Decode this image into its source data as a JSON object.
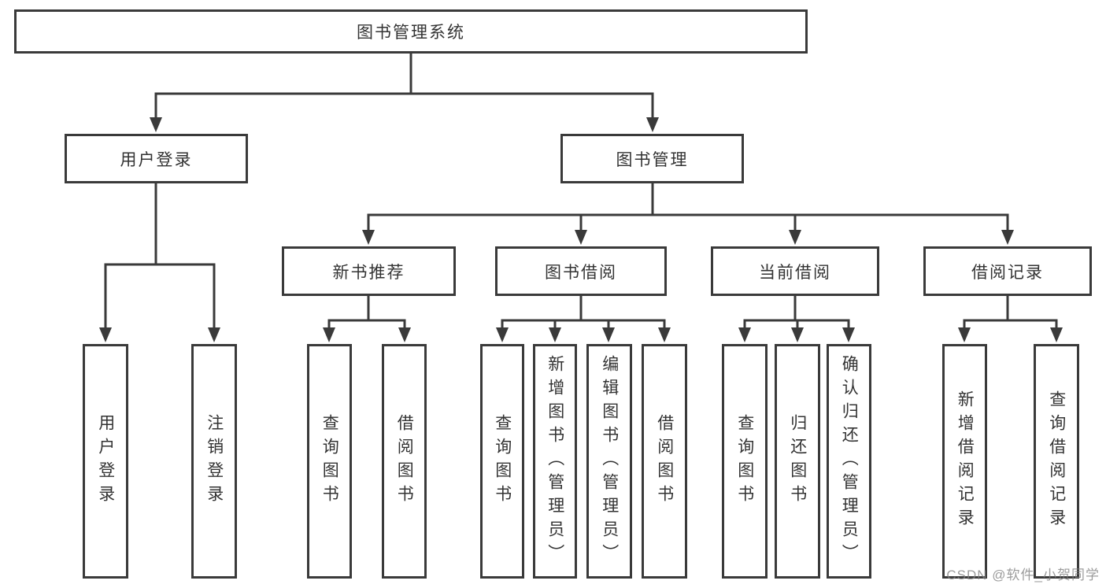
{
  "diagram_title": "图书管理系统",
  "nodes": {
    "root": "图书管理系统",
    "user_login": "用户登录",
    "book_mgmt": "图书管理",
    "new_book_rec": "新书推荐",
    "book_borrow": "图书借阅",
    "current_borrow": "当前借阅",
    "borrow_records": "借阅记录",
    "leaf_user_login": "用户登录",
    "leaf_logout": "注销登录",
    "leaf_nbr_query_book": "查询图书",
    "leaf_nbr_borrow_book": "借阅图书",
    "leaf_bb_query_book": "查询图书",
    "leaf_bb_add_book": "新增图书（管理员）",
    "leaf_bb_edit_book": "编辑图书（管理员）",
    "leaf_bb_borrow_book": "借阅图书",
    "leaf_cb_query_book": "查询图书",
    "leaf_cb_return_book": "归还图书",
    "leaf_cb_confirm_return": "确认归还（管理员）",
    "leaf_br_add_record": "新增借阅记录",
    "leaf_br_query_record": "查询借阅记录"
  },
  "watermark": "CSDN @软件_小贺同学",
  "colors": {
    "line": "#3a3a3a",
    "text": "#333333",
    "background": "#ffffff",
    "watermark": "#9c9c9c"
  }
}
